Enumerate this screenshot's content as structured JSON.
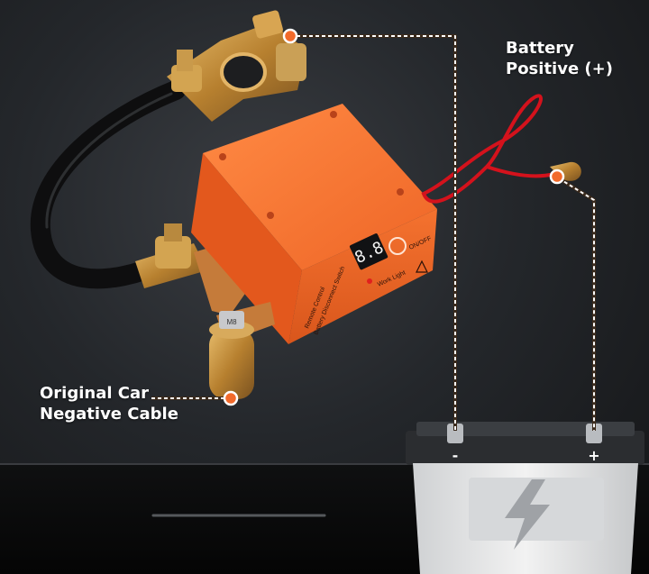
{
  "labels": {
    "battery_positive": [
      "Battery",
      "Positive (+)"
    ],
    "original_negative": [
      "Original Car",
      "Negative Cable"
    ]
  },
  "device": {
    "display": "8.8",
    "on_off_label": "ON/OFF",
    "work_light_label": "Work Light",
    "side_title": [
      "Remote Control",
      "Battery Disconnect Switch"
    ],
    "bolt_marking": "M8"
  },
  "battery": {
    "neg_symbol": "-",
    "pos_symbol": "+"
  },
  "colors": {
    "device_orange": "#f26a2b",
    "guide_line": "#ffffff",
    "marker_fill": "#f26a2b",
    "brass": "#c9913e",
    "red_wire": "#d4121c",
    "battery_case": "#e9e9e9",
    "battery_lid": "#2b2d30"
  },
  "icons": [
    "lightning-icon",
    "warning-icon",
    "power-button-icon"
  ]
}
